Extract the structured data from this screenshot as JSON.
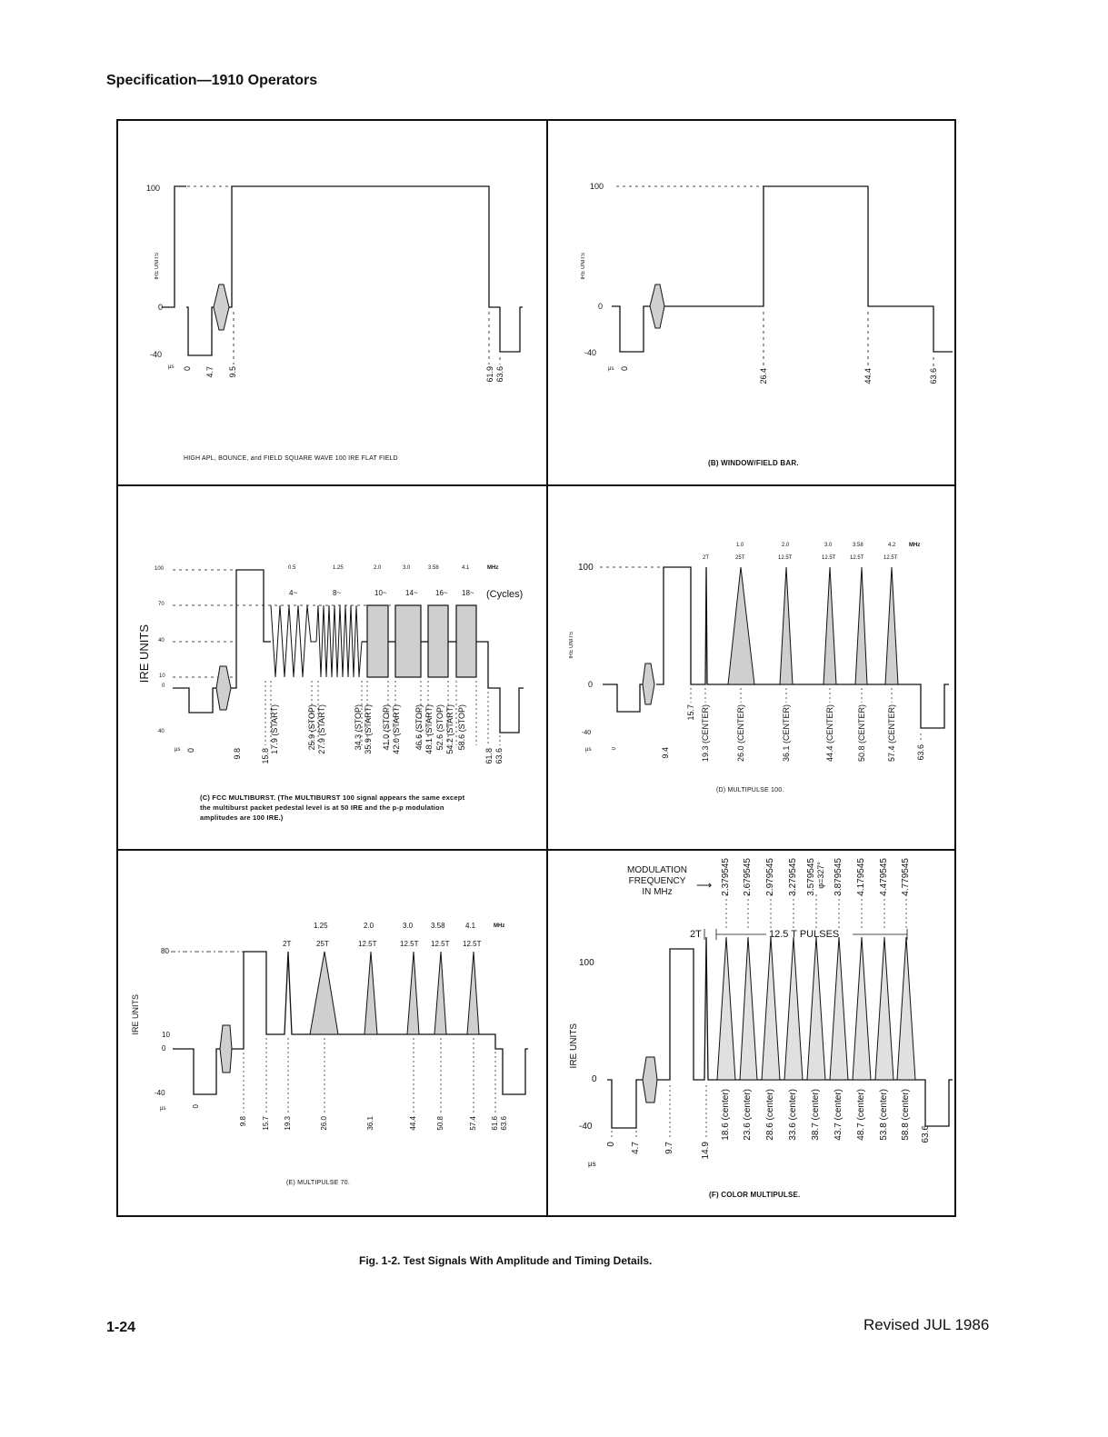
{
  "header": "Specification—1910 Operators",
  "figure_caption": "Fig. 1-2. Test Signals With Amplitude and Timing Details.",
  "page_number": "1-24",
  "revised": "Revised JUL 1986",
  "common": {
    "ire_units": "IRE UNITS",
    "us": "μs"
  },
  "panels": {
    "a": {
      "caption": "HIGH APL, BOUNCE, and FIELD SQUARE WAVE 100 IRE FLAT FIELD",
      "y_ticks": [
        "100",
        "0",
        "-40"
      ],
      "times": [
        "0",
        "4.7",
        "9.5",
        "61.9",
        "63.6"
      ]
    },
    "b": {
      "caption": "(B) WINDOW/FIELD BAR.",
      "y_ticks": [
        "100",
        "0",
        "-40"
      ],
      "times": [
        "0",
        "26.4",
        "44.4",
        "63.6"
      ]
    },
    "c": {
      "caption": "(C) FCC MULTIBURST. (The MULTIBURST 100 signal appears the same except the multiburst packet pedestal level is at 50 IRE and the p-p modulation amplitudes are 100 IRE.)",
      "y_ticks": [
        "100",
        "70",
        "40",
        "10",
        "0",
        "40"
      ],
      "freqs": [
        "0.5",
        "1.25",
        "2.0",
        "3.0",
        "3.58",
        "4.1",
        "MHz"
      ],
      "cycles": [
        "4~",
        "8~",
        "10~",
        "14~",
        "16~",
        "18~",
        "(Cycles)"
      ],
      "times": [
        "0",
        "9.8",
        "15.8",
        "17.9 (START)",
        "25.9 (STOP)",
        "27.9 (START)",
        "34.3 (STOP)",
        "35.9 (START)",
        "41.0 (STOP)",
        "42.0 (START)",
        "46.6 (STOP)",
        "48.1 (START)",
        "52.6 (STOP)",
        "54.2 (START)",
        "58.6 (STOP)",
        "61.8",
        "63.6"
      ]
    },
    "d": {
      "caption": "(D) MULTIPULSE 100.",
      "y_ticks": [
        "100",
        "0",
        "-40"
      ],
      "freqs": [
        "1.0",
        "2.0",
        "3.0",
        "3.58",
        "4.2",
        "MHz"
      ],
      "pulses": [
        "2T",
        "25T",
        "12.5T",
        "12.5T",
        "12.5T",
        "12.5T"
      ],
      "times": [
        "0",
        "9.4",
        "15.7",
        "19.3 (CENTER)",
        "26.0 (CENTER)",
        "36.1 (CENTER)",
        "44.4 (CENTER)",
        "50.8 (CENTER)",
        "57.4 (CENTER)",
        "63.6"
      ]
    },
    "e": {
      "caption": "(E) MULTIPULSE 70.",
      "y_ticks": [
        "80",
        "10",
        "0",
        "-40"
      ],
      "freqs": [
        "1.25",
        "2.0",
        "3.0",
        "3.58",
        "4.1",
        "MHz"
      ],
      "pulses": [
        "2T",
        "25T",
        "12.5T",
        "12.5T",
        "12.5T",
        "12.5T"
      ],
      "times": [
        "0",
        "9.8",
        "15.7",
        "19.3",
        "26.0",
        "36.1",
        "44.4",
        "50.8",
        "57.4",
        "61.6",
        "63.6"
      ]
    },
    "f": {
      "caption": "(F) COLOR MULTIPULSE.",
      "y_ticks": [
        "100",
        "0",
        "-40"
      ],
      "mod_label": [
        "MODULATION",
        "FREQUENCY",
        "IN MHz"
      ],
      "mod_freqs": [
        "2.379545",
        "2.679545",
        "2.979545",
        "3.279545",
        "3.579545",
        "3.879545",
        "4.179545",
        "4.479545",
        "4.779545"
      ],
      "phase": "φ=327°",
      "pulse_2t": "2T",
      "pulse_label": "12.5 T PULSES",
      "times": [
        "0",
        "4.7",
        "9.7",
        "14.9",
        "18.6 (center)",
        "23.6 (center)",
        "28.6 (center)",
        "33.6 (center)",
        "38.7 (center)",
        "43.7 (center)",
        "48.7 (center)",
        "53.8 (center)",
        "58.8 (center)",
        "63.6"
      ]
    }
  }
}
